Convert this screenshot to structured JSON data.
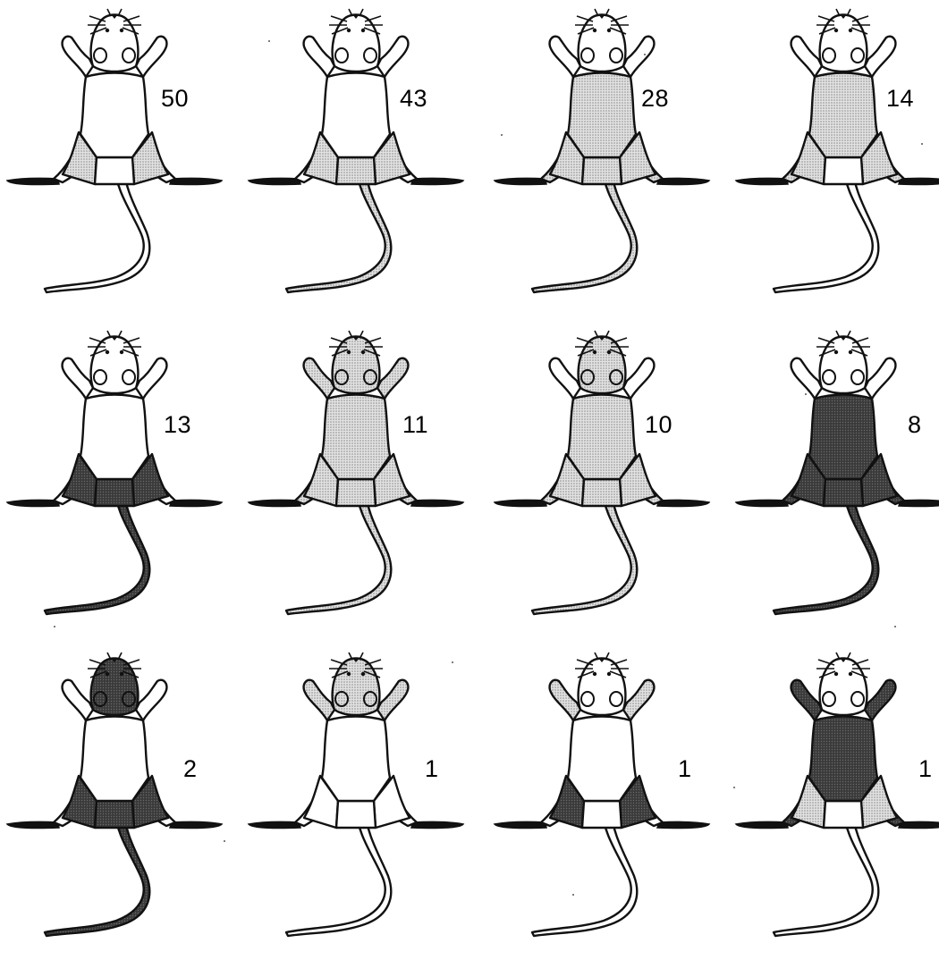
{
  "panels": [
    {
      "count": "50",
      "head": "none",
      "arms": "none",
      "trunk": "none",
      "hips": "light",
      "base": "none",
      "tail": "none",
      "feet": "dark"
    },
    {
      "count": "43",
      "head": "none",
      "arms": "none",
      "trunk": "none",
      "hips": "light",
      "base": "light",
      "tail": "light",
      "feet": "dark"
    },
    {
      "count": "28",
      "head": "none",
      "arms": "none",
      "trunk": "light",
      "hips": "light",
      "base": "light",
      "tail": "light",
      "feet": "dark"
    },
    {
      "count": "14",
      "head": "none",
      "arms": "none",
      "trunk": "light",
      "hips": "light",
      "base": "none",
      "tail": "none",
      "feet": "dark"
    },
    {
      "count": "13",
      "head": "none",
      "arms": "none",
      "trunk": "none",
      "hips": "dark",
      "base": "dark",
      "tail": "dark",
      "feet": "dark"
    },
    {
      "count": "11",
      "head": "light",
      "arms": "light",
      "trunk": "light",
      "hips": "light",
      "base": "light",
      "tail": "light",
      "feet": "dark"
    },
    {
      "count": "10",
      "head": "light",
      "arms": "none",
      "trunk": "light",
      "hips": "light",
      "base": "light",
      "tail": "light",
      "feet": "dark"
    },
    {
      "count": "8",
      "head": "none",
      "arms": "none",
      "trunk": "dark",
      "hips": "dark",
      "base": "dark",
      "tail": "dark",
      "feet": "dark"
    },
    {
      "count": "2",
      "head": "dark",
      "arms": "none",
      "trunk": "none",
      "hips": "dark",
      "base": "dark",
      "tail": "dark",
      "feet": "dark"
    },
    {
      "count": "1",
      "head": "light",
      "arms": "light",
      "trunk": "none",
      "hips": "none",
      "base": "none",
      "tail": "none",
      "feet": "dark"
    },
    {
      "count": "1",
      "head": "none",
      "arms": "light",
      "trunk": "none",
      "hips": "dark",
      "base": "none",
      "tail": "none",
      "feet": "dark"
    },
    {
      "count": "1",
      "head": "none",
      "arms": "dark",
      "trunk": "dark",
      "hips": "light",
      "base": "none",
      "tail": "none",
      "feet": "dark"
    }
  ],
  "colors": {
    "outline": "#111111",
    "light": "#c9c9c9",
    "dark": "#3a3a3a",
    "none": "#ffffff",
    "dot": "#8a8a8a"
  }
}
